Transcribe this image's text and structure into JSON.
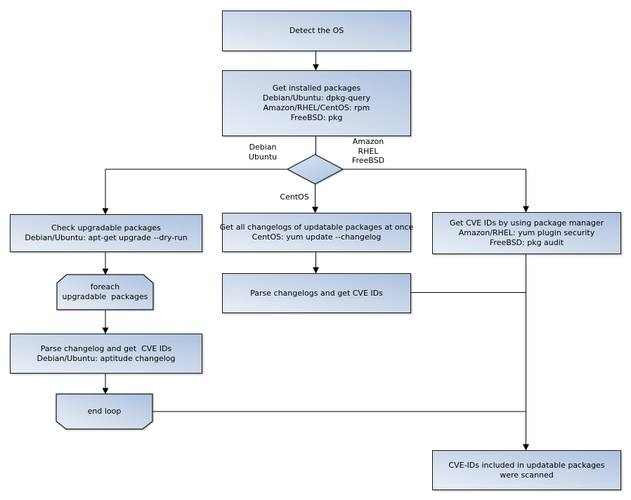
{
  "nodes": {
    "detect_os": "Detect the OS",
    "get_installed_packages": "Get installed packages\nDebian/Ubuntu: dpkg-query\nAmazon/RHEL/CentOS: rpm\nFreeBSD: pkg",
    "check_upgradable": "Check upgradable packages\nDebian/Ubuntu: apt-get upgrade --dry-run",
    "foreach_loop": "foreach\nupgradable  packages",
    "parse_changelog": "Parse changelog and get  CVE IDs\nDebian/Ubuntu: aptitude changelog",
    "end_loop": "end loop",
    "get_all_changelogs": "Get all changelogs of updatable packages at once\nCentOS: yum update --changelog",
    "parse_changelogs": "Parse changelogs and get CVE IDs",
    "get_cve_ids_pkg_manager": "Get CVE IDs by using package manager\nAmazon/RHEL: yum plugin security\nFreeBSD: pkg audit",
    "result": "CVE-IDs included in updatable packages\nwere scanned"
  },
  "edge_labels": {
    "debian_ubuntu": "Debian\nUbuntu",
    "amazon_rhel_freebsd": "Amazon\nRHEL\nFreeBSD",
    "centos": "CentOS"
  },
  "colors": {
    "shape_fill_dark": "#adc2df",
    "shape_fill_light": "#e9eff7",
    "border": "#161616",
    "line": "#000000",
    "text": "#000000",
    "background": "#ffffff"
  }
}
